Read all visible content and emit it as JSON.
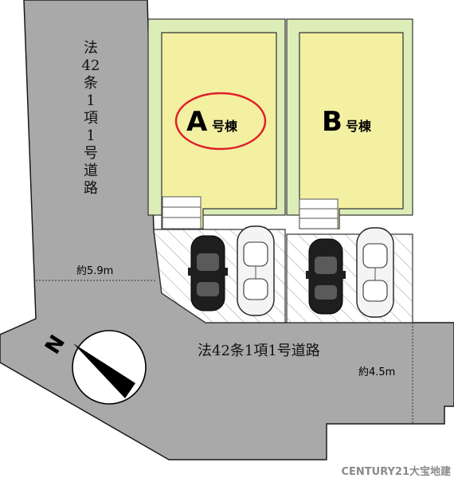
{
  "roads": {
    "vertical_label": [
      "法",
      "42",
      "条",
      "1",
      "項",
      "1",
      "号",
      "道",
      "路"
    ],
    "horizontal_label": "法42条1項1号道路",
    "vertical_width": "約5.9m",
    "horizontal_width": "約4.5m"
  },
  "lots": {
    "a": {
      "letter": "A",
      "suffix": "号棟",
      "highlighted": true
    },
    "b": {
      "letter": "B",
      "suffix": "号棟",
      "highlighted": false
    }
  },
  "compass": {
    "letter": "N"
  },
  "watermark": "CENTURY21大宝地建",
  "colors": {
    "road": "#a9a9a9",
    "lot_green": "#dcedb8",
    "building_yellow": "#f3f0a2",
    "highlight_ring": "#e0202a",
    "parking_hatch": "#aaaaaa"
  }
}
